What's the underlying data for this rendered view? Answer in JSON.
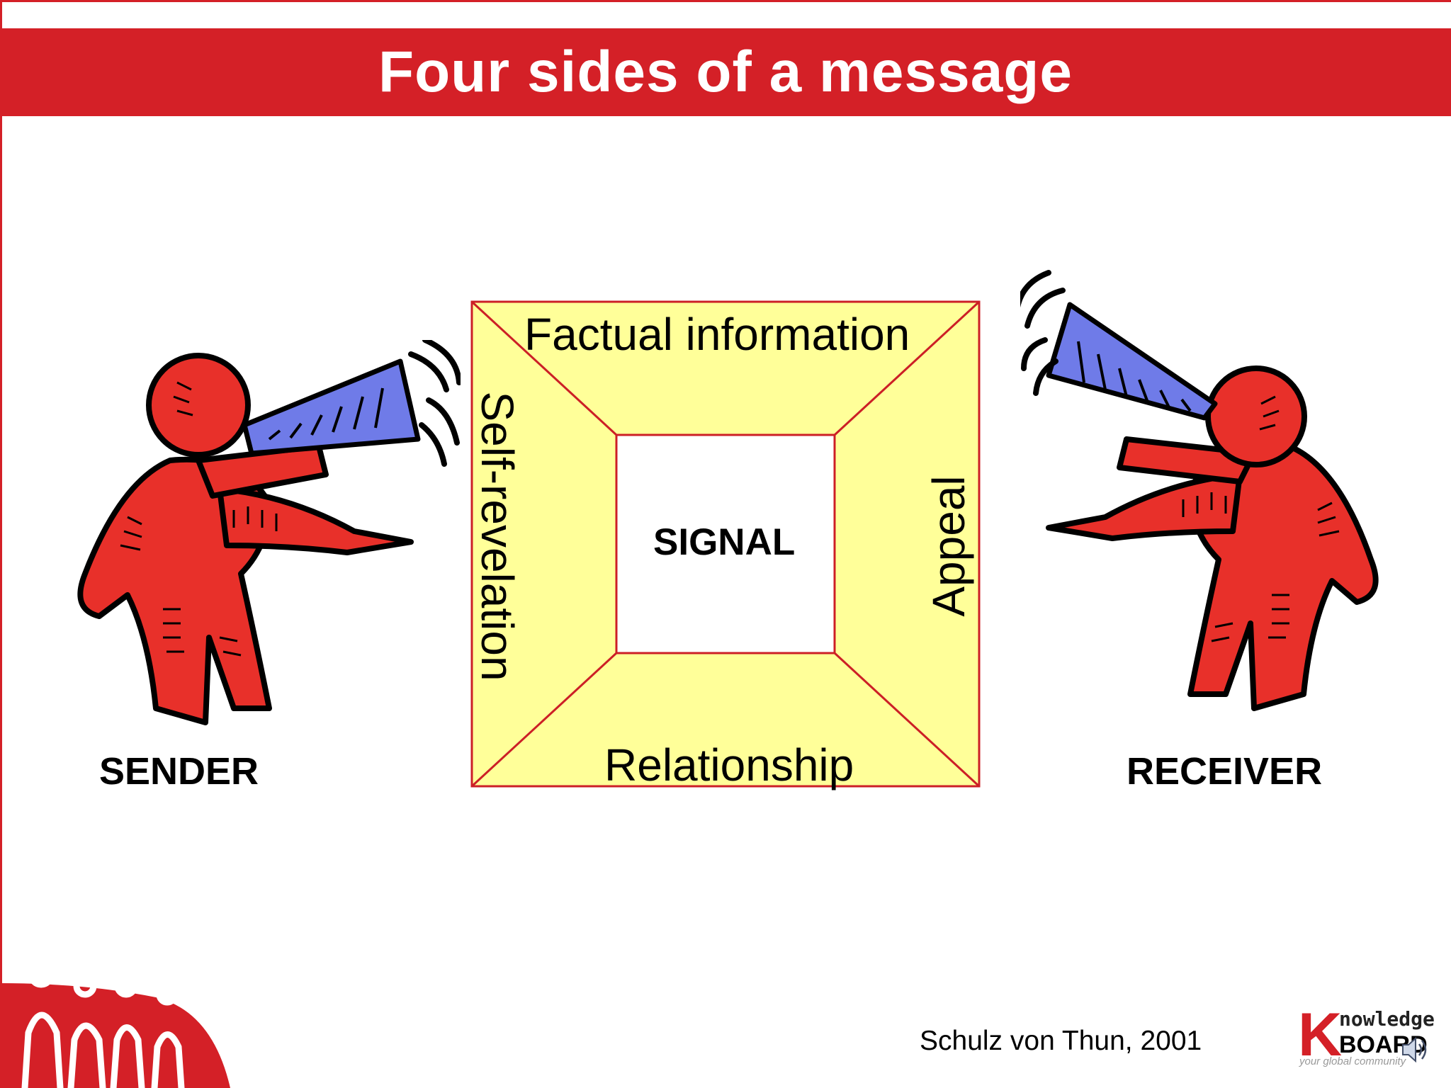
{
  "title": "Four sides of a message",
  "diagram": {
    "top": "Factual information",
    "left": "Self-revelation",
    "right": "Appeal",
    "bottom": "Relationship",
    "center": "SIGNAL"
  },
  "roles": {
    "sender": "SENDER",
    "receiver": "RECEIVER"
  },
  "citation": "Schulz von Thun, 2001",
  "logo": {
    "text_k": "K",
    "text_now": "nowledge",
    "text_board": "BOARD",
    "tagline": "your global community"
  },
  "colors": {
    "accent": "#d42027",
    "panel": "#ffff99",
    "figure_red": "#e8302a",
    "megaphone_blue": "#6f7be8"
  },
  "icons": [
    "sender-figure-icon",
    "receiver-figure-icon",
    "megaphone-icon",
    "community-logo-icon",
    "speaker-icon"
  ]
}
